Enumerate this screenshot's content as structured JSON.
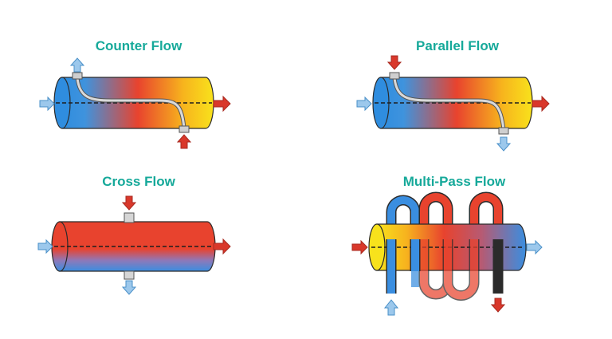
{
  "panels": [
    {
      "title": "Counter Flow"
    },
    {
      "title": "Parallel Flow"
    },
    {
      "title": "Cross Flow"
    },
    {
      "title": "Multi-Pass Flow"
    }
  ],
  "colors": {
    "title": "#16a99a",
    "hot": "#e8432e",
    "cold": "#3a8ee0",
    "warm": "#f7c21b",
    "arrow_hot": "#d9382b",
    "arrow_cold": "#9cc8ec",
    "outline": "#2b2b2b"
  },
  "icons": [
    "arrow-right-icon",
    "arrow-up-icon",
    "arrow-down-icon"
  ]
}
